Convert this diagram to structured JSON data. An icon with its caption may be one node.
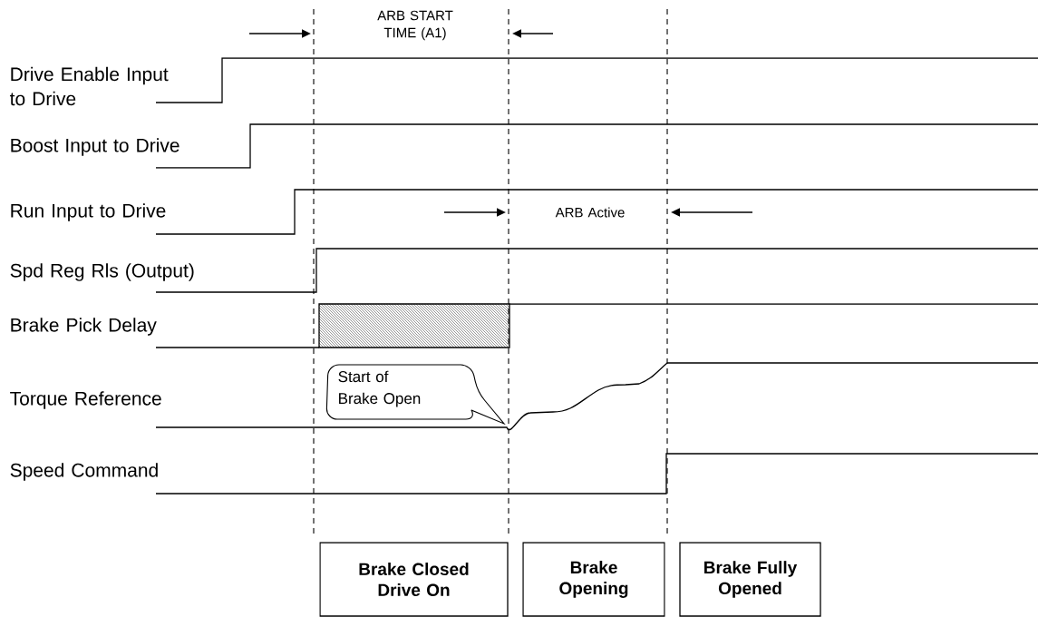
{
  "diagram": {
    "nodes": [
      {
        "text": [
          "Brake Closed Drive On"
        ]
      },
      {
        "text": [
          "Brake Opening"
        ]
      },
      {
        "text": [
          "Brake Fully Opened"
        ]
      },
      {
        "text": [
          "Start of Brake Open"
        ]
      }
    ],
    "labels": [
      "ARB START TIME (A1)",
      "Drive Enable Input to Drive",
      "Boost Input to Drive",
      "Run Input to Drive",
      "ARB Active",
      "Spd Reg Rls (Output)",
      "Brake Pick Delay",
      "Torque Reference",
      "Speed Command"
    ]
  }
}
